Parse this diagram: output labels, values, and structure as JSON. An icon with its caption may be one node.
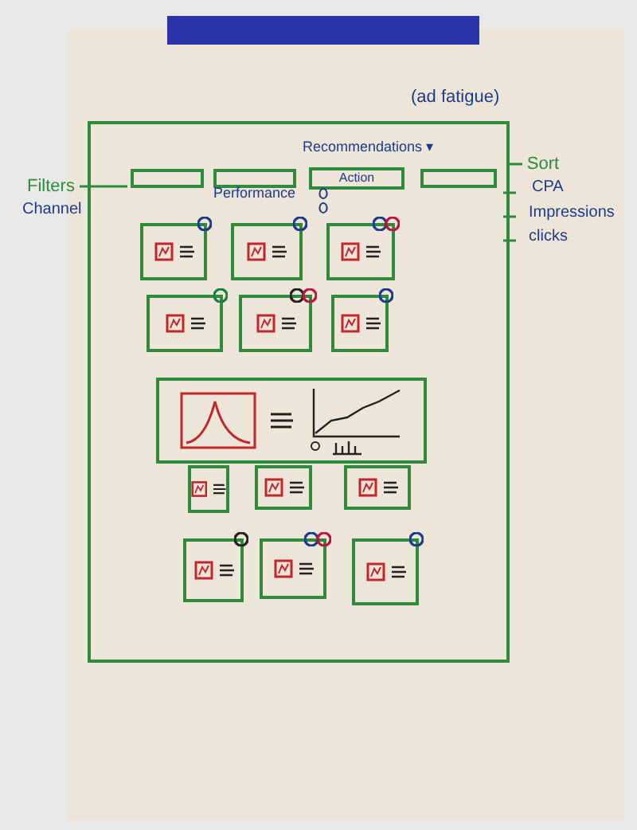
{
  "diagram": {
    "nodes": [
      {
        "text": [],
        "shape": "box"
      },
      {
        "text": [],
        "shape": "box",
        "in": 0
      },
      {
        "text": [],
        "shape": "box",
        "in": 0
      },
      {
        "text": [
          "Action"
        ],
        "in": 0
      },
      {
        "text": [],
        "shape": "box",
        "in": 0
      },
      {
        "text": [
          "Filters"
        ]
      },
      {
        "text": [
          "Sort"
        ]
      }
    ],
    "edges": [
      {
        "from": 5,
        "to": 1,
        "arrow": "none"
      },
      {
        "from": 6,
        "to": 0,
        "arrow": "none"
      }
    ],
    "labels": [
      "(ad fatigue)",
      "Recommendations ▾",
      "Channel",
      "Performance",
      "CPA",
      "Impressions",
      "clicks"
    ]
  }
}
